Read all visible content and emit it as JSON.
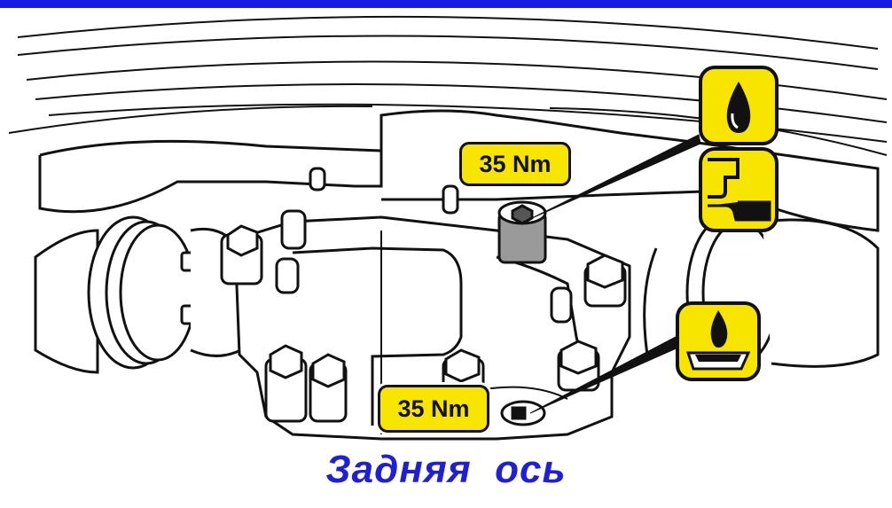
{
  "header_bar_color": "#1a1ae6",
  "caption": {
    "text": "Задняя  ось",
    "color": "#1f1fd6"
  },
  "labels": {
    "torque_fill_plug": "35 Nm",
    "torque_drain_plug": "35 Nm"
  },
  "icons": [
    "oil-drop-icon",
    "fill-level-plug-icon",
    "oil-drain-pan-icon"
  ],
  "colors": {
    "label_fill": "#f7e500",
    "line_art": "#111111",
    "plug_grey": "#9a9a9a"
  }
}
